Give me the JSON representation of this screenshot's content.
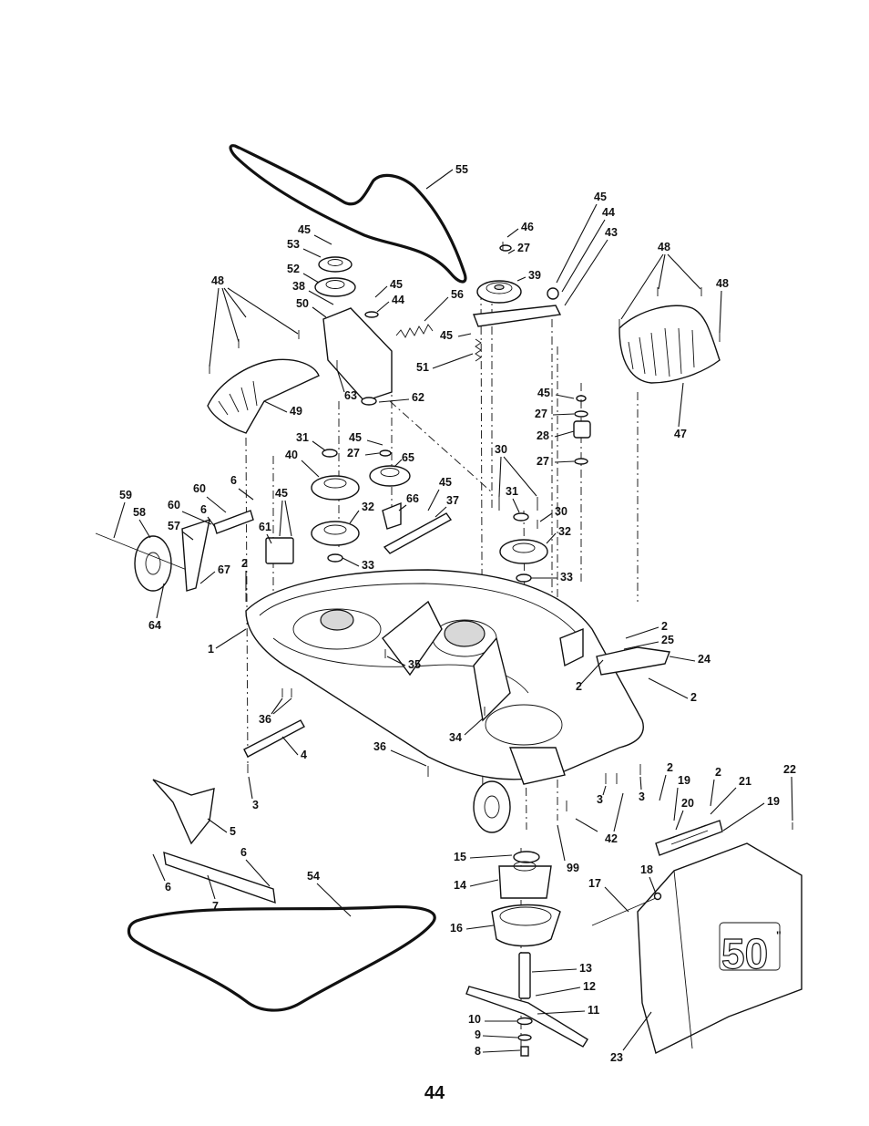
{
  "page_number": "44",
  "deck_badge": {
    "text": "50",
    "suffix": "\""
  },
  "callouts": [
    "1",
    "2",
    "3",
    "4",
    "5",
    "6",
    "7",
    "8",
    "9",
    "10",
    "11",
    "12",
    "13",
    "14",
    "15",
    "16",
    "17",
    "18",
    "19",
    "20",
    "21",
    "22",
    "23",
    "24",
    "25",
    "27",
    "28",
    "30",
    "31",
    "32",
    "33",
    "34",
    "35",
    "36",
    "37",
    "38",
    "39",
    "40",
    "42",
    "43",
    "44",
    "45",
    "46",
    "47",
    "48",
    "49",
    "50",
    "51",
    "52",
    "53",
    "54",
    "55",
    "56",
    "57",
    "58",
    "59",
    "60",
    "61",
    "62",
    "63",
    "64",
    "65",
    "66",
    "67",
    "99"
  ]
}
